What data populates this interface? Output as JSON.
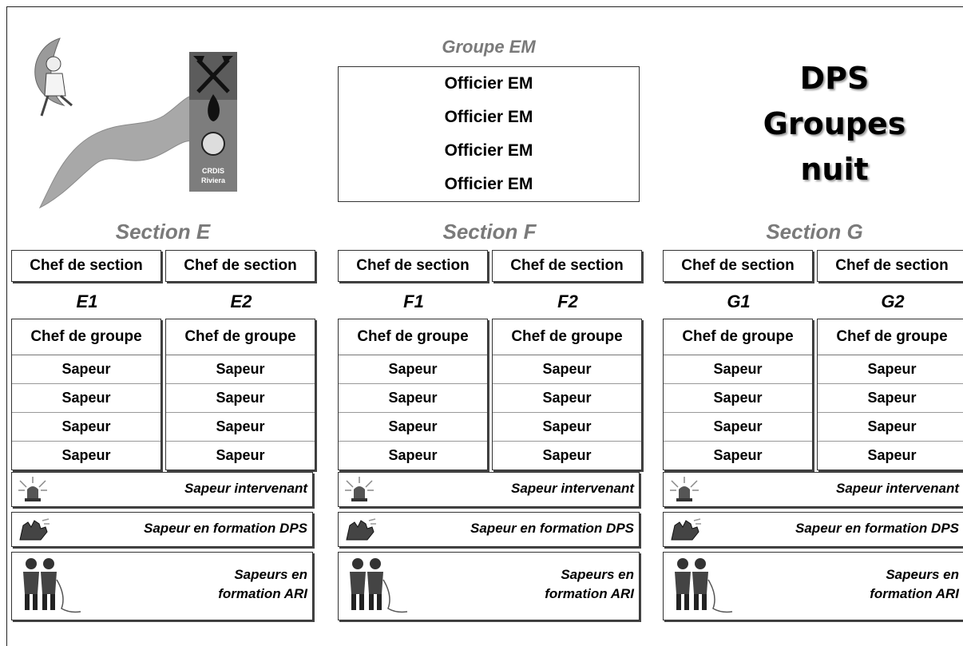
{
  "logo": {
    "text_line1": "CRDIS",
    "text_line2": "Riviera"
  },
  "em_group": {
    "title": "Groupe EM",
    "officers": [
      "Officier EM",
      "Officier EM",
      "Officier EM",
      "Officier EM"
    ]
  },
  "dps_title": {
    "line1": "DPS",
    "line2": "Groupes",
    "line3": "nuit"
  },
  "sections": [
    {
      "title": "Section E",
      "chefs": [
        "Chef de section",
        "Chef de section"
      ],
      "groups": [
        {
          "label": "E1",
          "head": "Chef de groupe",
          "members": [
            "Sapeur",
            "Sapeur",
            "Sapeur",
            "Sapeur"
          ]
        },
        {
          "label": "E2",
          "head": "Chef de groupe",
          "members": [
            "Sapeur",
            "Sapeur",
            "Sapeur",
            "Sapeur"
          ]
        }
      ],
      "roles": {
        "intervenant": "Sapeur intervenant",
        "formation_dps": "Sapeur en formation DPS",
        "formation_ari_1": "Sapeurs en",
        "formation_ari_2": "formation ARI"
      }
    },
    {
      "title": "Section F",
      "chefs": [
        "Chef de section",
        "Chef de section"
      ],
      "groups": [
        {
          "label": "F1",
          "head": "Chef de groupe",
          "members": [
            "Sapeur",
            "Sapeur",
            "Sapeur",
            "Sapeur"
          ]
        },
        {
          "label": "F2",
          "head": "Chef de groupe",
          "members": [
            "Sapeur",
            "Sapeur",
            "Sapeur",
            "Sapeur"
          ]
        }
      ],
      "roles": {
        "intervenant": "Sapeur intervenant",
        "formation_dps": "Sapeur en formation DPS",
        "formation_ari_1": "Sapeurs en",
        "formation_ari_2": "formation ARI"
      }
    },
    {
      "title": "Section G",
      "chefs": [
        "Chef de section",
        "Chef de section"
      ],
      "groups": [
        {
          "label": "G1",
          "head": "Chef de groupe",
          "members": [
            "Sapeur",
            "Sapeur",
            "Sapeur",
            "Sapeur"
          ]
        },
        {
          "label": "G2",
          "head": "Chef de groupe",
          "members": [
            "Sapeur",
            "Sapeur",
            "Sapeur",
            "Sapeur"
          ]
        }
      ],
      "roles": {
        "intervenant": "Sapeur intervenant",
        "formation_dps": "Sapeur en formation DPS",
        "formation_ari_1": "Sapeurs en",
        "formation_ari_2": "formation ARI"
      }
    }
  ]
}
